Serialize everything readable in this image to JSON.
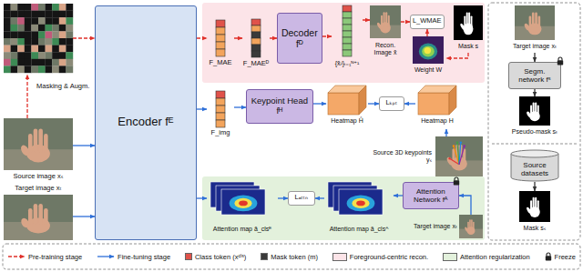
{
  "diagram": {
    "nodes": [
      {
        "text": [
          "Source image xₛ"
        ]
      },
      {
        "text": [
          "Target image xₜ"
        ]
      },
      {
        "text": [
          "Encoder fᴱ"
        ]
      },
      {
        "text": [
          "F_MAE"
        ]
      },
      {
        "text": [
          "F_MAEᴰ"
        ]
      },
      {
        "text": [
          "Decoder fᴰ"
        ]
      },
      {
        "text": [
          "{x̂ᵢʲ}ᵢ₌₁ᴺ⁺¹"
        ]
      },
      {
        "text": [
          "Recon. Image x̂"
        ]
      },
      {
        "text": [
          "L_WMAE"
        ]
      },
      {
        "text": [
          "Weight W"
        ]
      },
      {
        "text": [
          "Mask s"
        ]
      },
      {
        "text": [
          "F_img"
        ]
      },
      {
        "text": [
          "Keypoint Head fᴴ"
        ]
      },
      {
        "text": [
          "Heatmap Ĥ"
        ]
      },
      {
        "text": [
          "Lₖₚₜ"
        ]
      },
      {
        "text": [
          "Heatmap H"
        ]
      },
      {
        "text": [
          "Source 3D keypoints yₛ"
        ]
      },
      {
        "text": [
          "Attention map ā_clsᴱ"
        ]
      },
      {
        "text": [
          "Lₐₜₜₙ"
        ]
      },
      {
        "text": [
          "Attention map ā_clsᴬ"
        ]
      },
      {
        "text": [
          "Attention Network fᴬ"
        ]
      },
      {
        "text": [
          "Target image xₜ"
        ]
      },
      {
        "text": [
          "Target image xₜ"
        ]
      },
      {
        "text": [
          "Segm. network fˢ"
        ]
      },
      {
        "text": [
          "Pseudo-mask sₜ"
        ]
      },
      {
        "text": [
          "Source datasets"
        ]
      },
      {
        "text": [
          "Mask sₛ"
        ]
      }
    ],
    "edges": [
      {
        "from": 0,
        "to": 2,
        "arrow": "to"
      },
      {
        "from": 1,
        "to": 2,
        "arrow": "to"
      },
      {
        "from": 2,
        "to": 3,
        "arrow": "to"
      },
      {
        "from": 3,
        "to": 4,
        "arrow": "to"
      },
      {
        "from": 4,
        "to": 5,
        "arrow": "to"
      },
      {
        "from": 5,
        "to": 6,
        "arrow": "to"
      },
      {
        "from": 6,
        "to": 7,
        "arrow": "to"
      },
      {
        "from": 7,
        "to": 8,
        "arrow": "to"
      },
      {
        "from": 9,
        "to": 8,
        "arrow": "to"
      },
      {
        "from": 10,
        "to": 9,
        "arrow": "to"
      },
      {
        "from": 2,
        "to": 11,
        "arrow": "to"
      },
      {
        "from": 11,
        "to": 12,
        "arrow": "to"
      },
      {
        "from": 12,
        "to": 13,
        "arrow": "to"
      },
      {
        "from": 13,
        "to": 14,
        "arrow": "to"
      },
      {
        "from": 15,
        "to": 14,
        "arrow": "to"
      },
      {
        "from": 16,
        "to": 15,
        "arrow": "to"
      },
      {
        "from": 2,
        "to": 17,
        "arrow": "to"
      },
      {
        "from": 17,
        "to": 18,
        "arrow": "to"
      },
      {
        "from": 19,
        "to": 18,
        "arrow": "to"
      },
      {
        "from": 20,
        "to": 19,
        "arrow": "to"
      },
      {
        "from": 21,
        "to": 20,
        "arrow": "to"
      },
      {
        "from": 22,
        "to": 23,
        "arrow": "to"
      },
      {
        "from": 23,
        "to": 24,
        "arrow": "to"
      },
      {
        "from": 25,
        "to": 26,
        "arrow": "to"
      }
    ],
    "labels": [
      "Masking & Augm."
    ],
    "legend": [
      {
        "text": "Pre-training stage"
      },
      {
        "text": "Fine-tuning stage"
      },
      {
        "text": "Class token (xᶜˡˢ)",
        "color": "#e0524a"
      },
      {
        "text": "Mask token (m)",
        "color": "#3a3a3a"
      },
      {
        "text": "Foreground-centric recon.",
        "color": "#fce4e8"
      },
      {
        "text": "Attention regularization",
        "color": "#e3f1dc"
      },
      {
        "text": "Freeze"
      }
    ]
  }
}
